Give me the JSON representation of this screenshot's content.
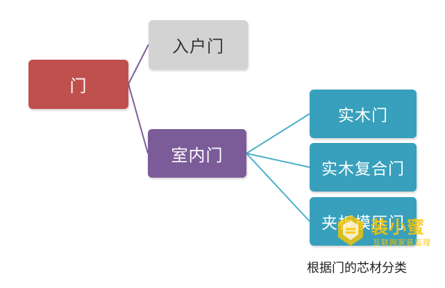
{
  "diagram": {
    "root": {
      "label": "门",
      "fill": "#c0504d",
      "text_color": "#ffffff"
    },
    "level1": [
      {
        "label": "入户门",
        "fill": "#d3d3d3",
        "text_color": "#333333"
      },
      {
        "label": "室内门",
        "fill": "#7b5c99",
        "text_color": "#ffffff"
      }
    ],
    "level2": [
      {
        "label": "实木门",
        "fill": "#38a0bc",
        "text_color": "#ffffff"
      },
      {
        "label": "实木复合门",
        "fill": "#38a0bc",
        "text_color": "#ffffff"
      },
      {
        "label": "夹板模压门",
        "fill": "#38a0bc",
        "text_color": "#ffffff"
      }
    ],
    "connector_colors": {
      "root_branch": "#7b5c99",
      "interior_branch": "#4aaec8"
    }
  },
  "caption": "根据门的芯材分类",
  "watermark": {
    "brand": "装小蜜",
    "tagline": "互联网家装监理",
    "color": "#fcc400",
    "icon": "bee-logo-icon"
  }
}
